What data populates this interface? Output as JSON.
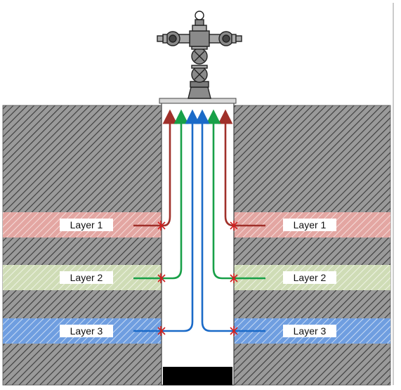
{
  "layers": [
    {
      "key": "layer1",
      "label": "Layer 1",
      "color": "#d9908c",
      "fill": "#e8b8b4"
    },
    {
      "key": "layer2",
      "label": "Layer 2",
      "color": "#c3d4a5",
      "fill": "#dbe6c8"
    },
    {
      "key": "layer3",
      "label": "Layer 3",
      "color": "#5b8fd6",
      "fill": "#8fb3e6"
    }
  ],
  "colors": {
    "rock": "#9a9a9a",
    "rock_hatch": "#3a3a3a",
    "flow_red": "#a0302a",
    "flow_green": "#18a048",
    "flow_blue": "#1a6ac8",
    "perforation": "#d21f1f",
    "wellhead_fill": "#8a8a8a",
    "casing_bottom": "#000000"
  },
  "icons": [
    "wellhead-icon",
    "perforation-icon",
    "flow-arrow-icon"
  ]
}
